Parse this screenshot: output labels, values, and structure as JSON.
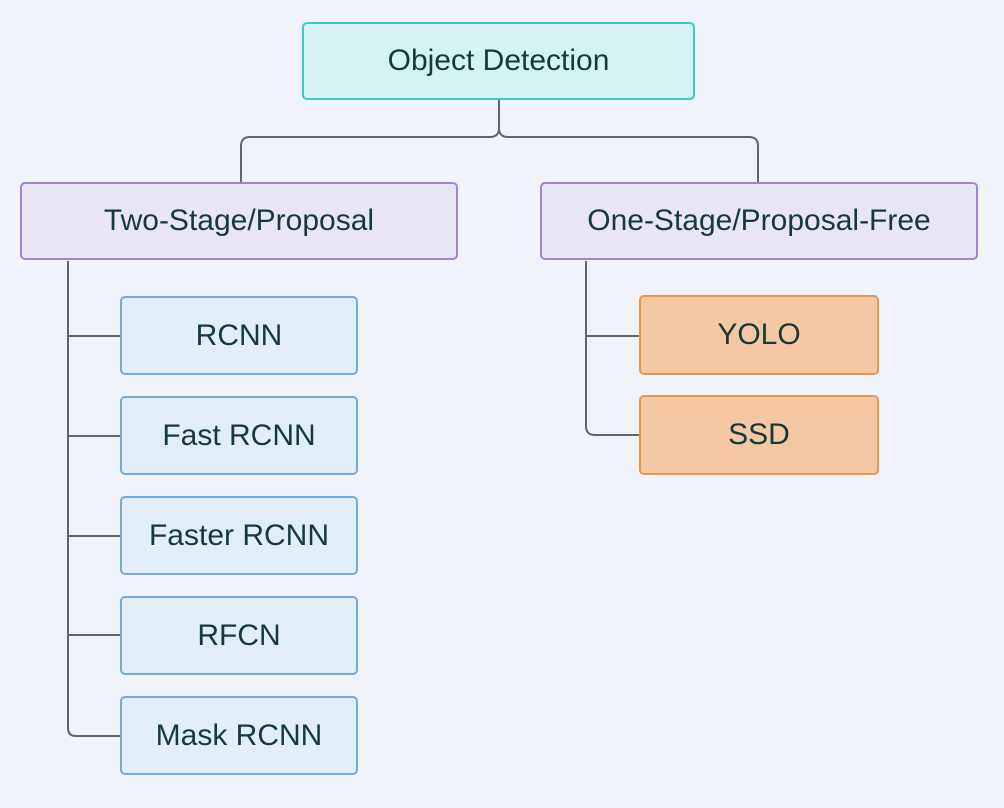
{
  "root": {
    "label": "Object Detection"
  },
  "categories": [
    {
      "label": "Two-Stage/Proposal",
      "methods": [
        "RCNN",
        "Fast RCNN",
        "Faster RCNN",
        "RFCN",
        "Mask RCNN"
      ]
    },
    {
      "label": "One-Stage/Proposal-Free",
      "methods": [
        "YOLO",
        "SSD"
      ]
    }
  ],
  "colors": {
    "background": "#f0f4fa",
    "text": "#163a3a",
    "connector": "#5b6773",
    "root_fill": "#d6f3f3",
    "root_border": "#3ec9c9",
    "category_fill": "#e9e5f7",
    "category_border": "#a480d6",
    "two_stage_fill": "#e3edf8",
    "two_stage_border": "#74aad6",
    "one_stage_fill": "#f4c8a3",
    "one_stage_border": "#e8974f"
  }
}
